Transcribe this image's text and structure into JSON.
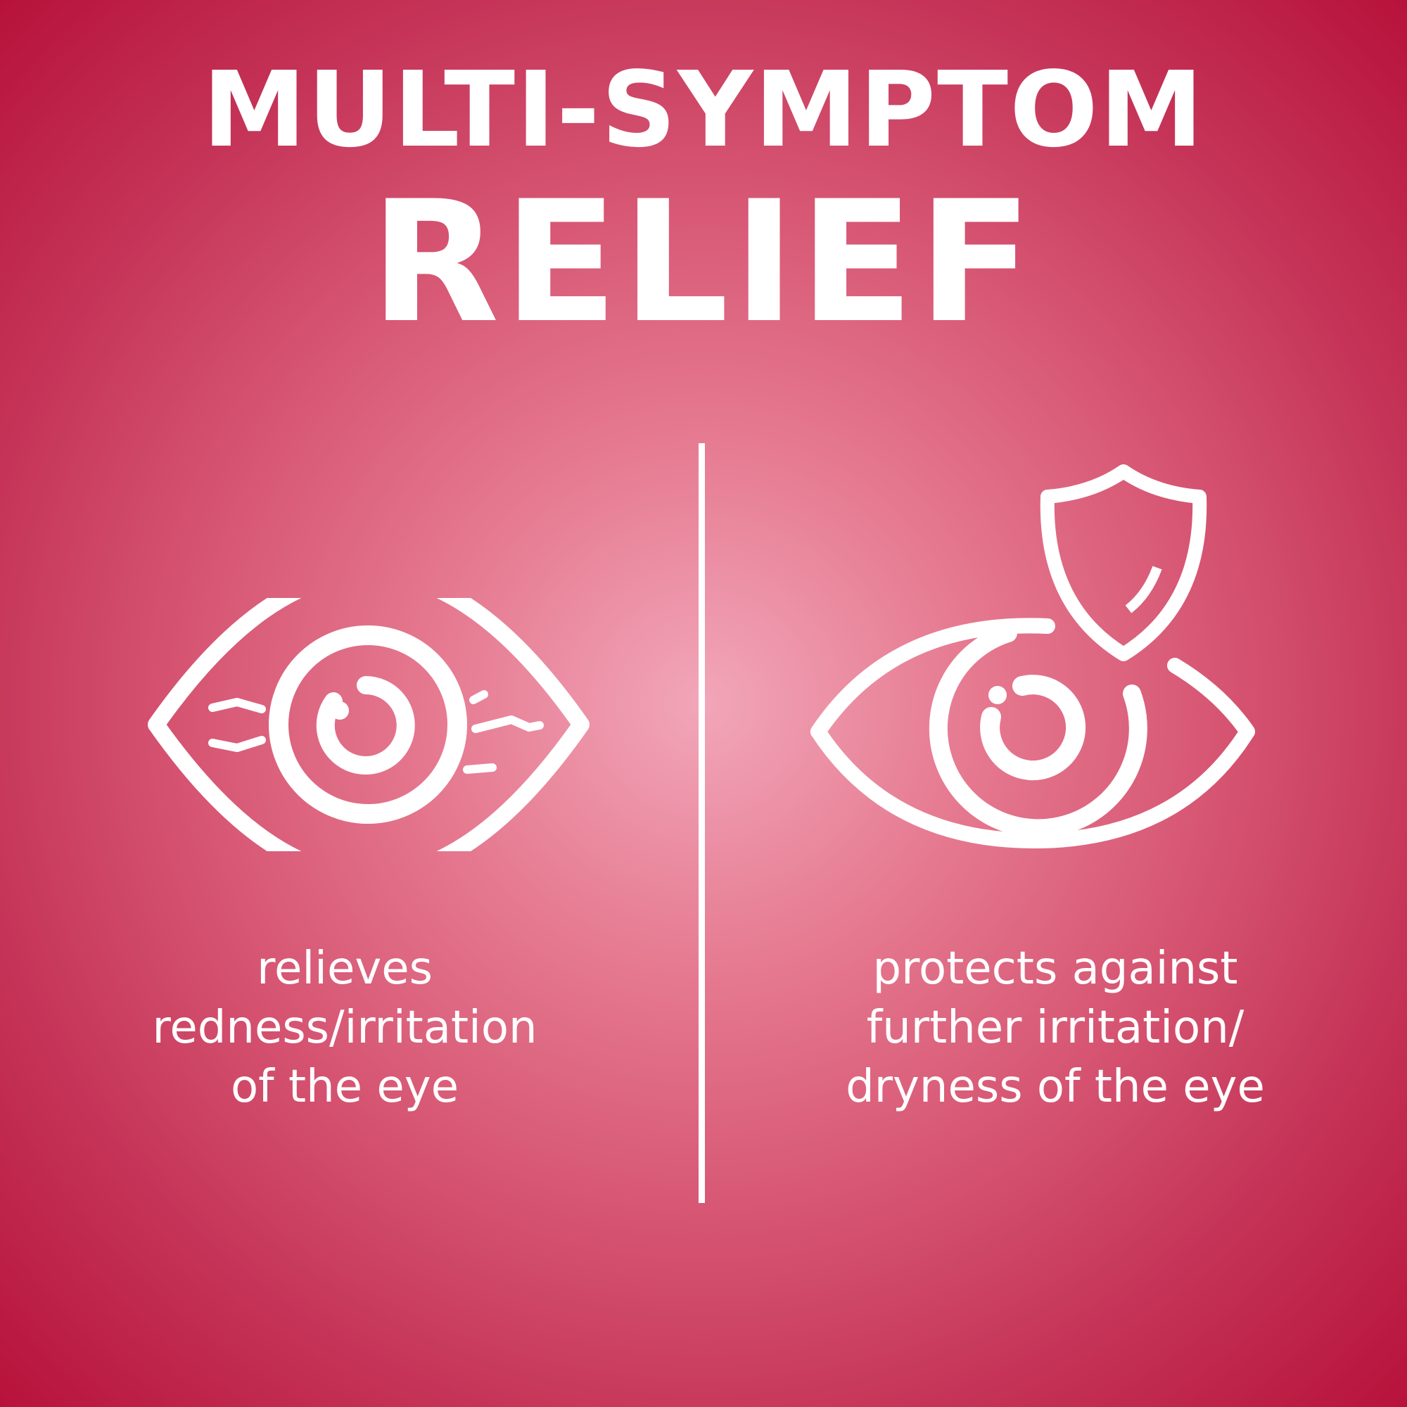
{
  "heading": {
    "line1": "MULTI-SYMPTOM",
    "line2": "RELIEF"
  },
  "benefits": [
    {
      "icon": "red-irritated-eye-icon",
      "lines": [
        "relieves",
        "redness/irritation",
        "of the eye"
      ]
    },
    {
      "icon": "eye-with-shield-icon",
      "lines": [
        "protects against",
        "further irritation/",
        "dryness of the eye"
      ]
    }
  ],
  "colors": {
    "background_center": "#f2a6b9",
    "background_edge": "#b7123a",
    "foreground": "#ffffff"
  }
}
